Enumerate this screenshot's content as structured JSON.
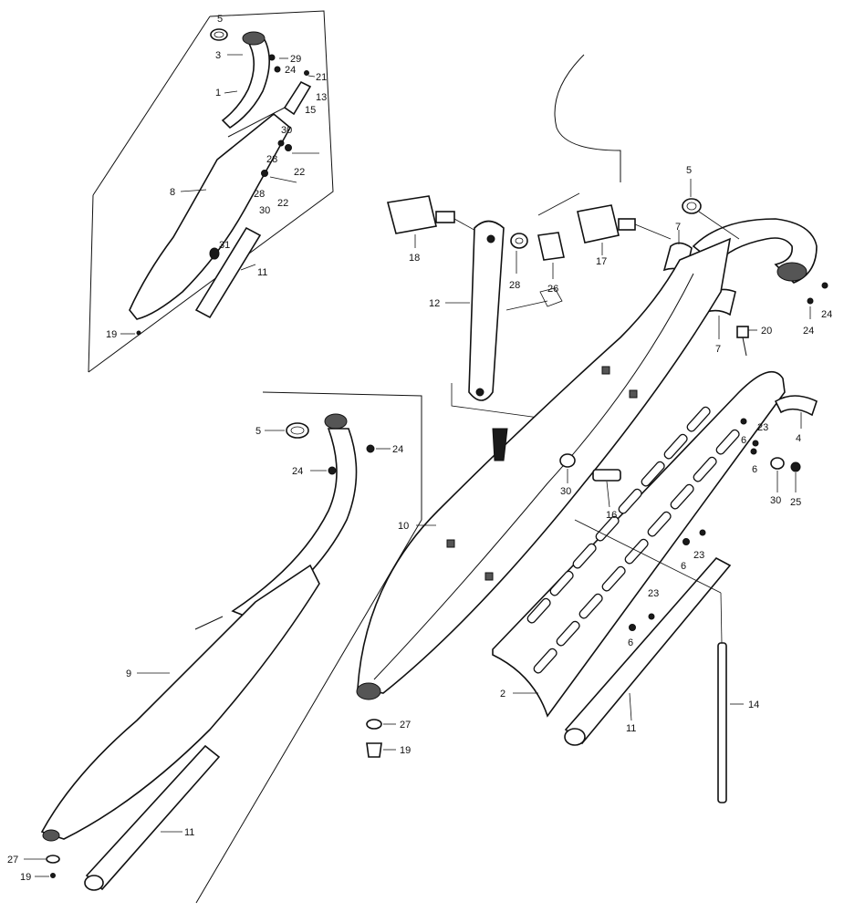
{
  "diagram": {
    "callouts": {
      "top_left": {
        "c5": "5",
        "c3": "3",
        "c29": "29",
        "c24": "24",
        "c21": "21",
        "c1": "1",
        "c13": "13",
        "c15": "15",
        "c30a": "30",
        "c28a": "28",
        "c22a": "22",
        "c8": "8",
        "c28b": "28",
        "c22b": "22",
        "c30b": "30",
        "c31": "31",
        "c11": "11",
        "c19": "19"
      },
      "bottom_left": {
        "c5": "5",
        "c24a": "24",
        "c24b": "24",
        "c9": "9",
        "c11": "11",
        "c27": "27",
        "c19": "19"
      },
      "right": {
        "c5": "5",
        "c18": "18",
        "c17": "17",
        "c7a": "7",
        "c28": "28",
        "c26": "26",
        "c12": "12",
        "c24a": "24",
        "c24b": "24",
        "c7b": "7",
        "c20": "20",
        "c4": "4",
        "c23a": "23",
        "c6a": "6",
        "c6b": "6",
        "c30a": "30",
        "c25": "25",
        "c30b": "30",
        "c16": "16",
        "c10": "10",
        "c23b": "23",
        "c6c": "6",
        "c23c": "23",
        "c6d": "6",
        "c14": "14",
        "c2": "2",
        "c11": "11",
        "c27": "27",
        "c19": "19"
      }
    }
  }
}
